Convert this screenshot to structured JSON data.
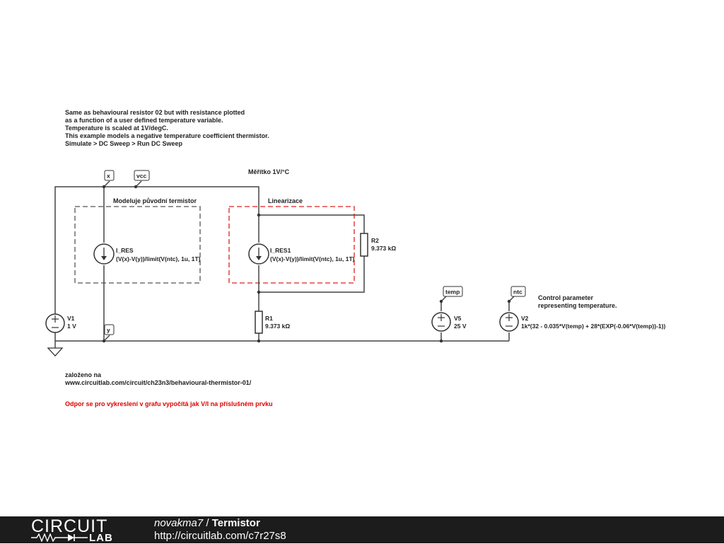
{
  "description_lines": [
    "Same as behavioural resistor 02 but with resistance plotted",
    "as a function of a user defined temperature variable.",
    "Temperature is scaled at 1V/degC.",
    "This example models a negative temperature coefficient thermistor.",
    "Simulate > DC Sweep > Run DC Sweep"
  ],
  "scale_note": "Měřítko 1V/°C",
  "box_original_label": "Modeluje původní termistor",
  "box_linear_label": "Linearizace",
  "colors": {
    "original_box": "#555555",
    "linear_box": "#e02020",
    "red_note": "#e00000"
  },
  "node_labels": {
    "x": "x",
    "vcc": "vcc",
    "y": "y",
    "temp": "temp",
    "ntc": "ntc"
  },
  "components": {
    "i_res": {
      "name": "I_RES",
      "expr": "(V(x)-V(y))/limit(V(ntc), 1u, 1T)"
    },
    "i_res1": {
      "name": "I_RES1",
      "expr": "(V(x)-V(y))/limit(V(ntc), 1u, 1T)"
    },
    "r2": {
      "name": "R2",
      "value": "9.373 kΩ"
    },
    "r1": {
      "name": "R1",
      "value": "9.373 kΩ"
    },
    "v1": {
      "name": "V1",
      "value": "1 V"
    },
    "v5": {
      "name": "V5",
      "value": "25 V"
    },
    "v2": {
      "name": "V2",
      "expr": "1k*(32 - 0.035*V(temp) + 28*(EXP(-0.06*V(temp))-1))"
    }
  },
  "control_note_lines": [
    "Control parameter",
    "representing temperature."
  ],
  "based_on_lines": [
    "založeno na",
    "www.circuitlab.com/circuit/ch23n3/behavioural-thermistor-01/"
  ],
  "red_note": "Odpor se pro vykreslení v grafu vypočítá jak V/I na příslušném prvku",
  "footer": {
    "brand_top": "CIRCUIT",
    "brand_bottom": "LAB",
    "user": "novakma7",
    "separator": " / ",
    "project": "Termistor",
    "url": "http://circuitlab.com/c7r27s8"
  }
}
